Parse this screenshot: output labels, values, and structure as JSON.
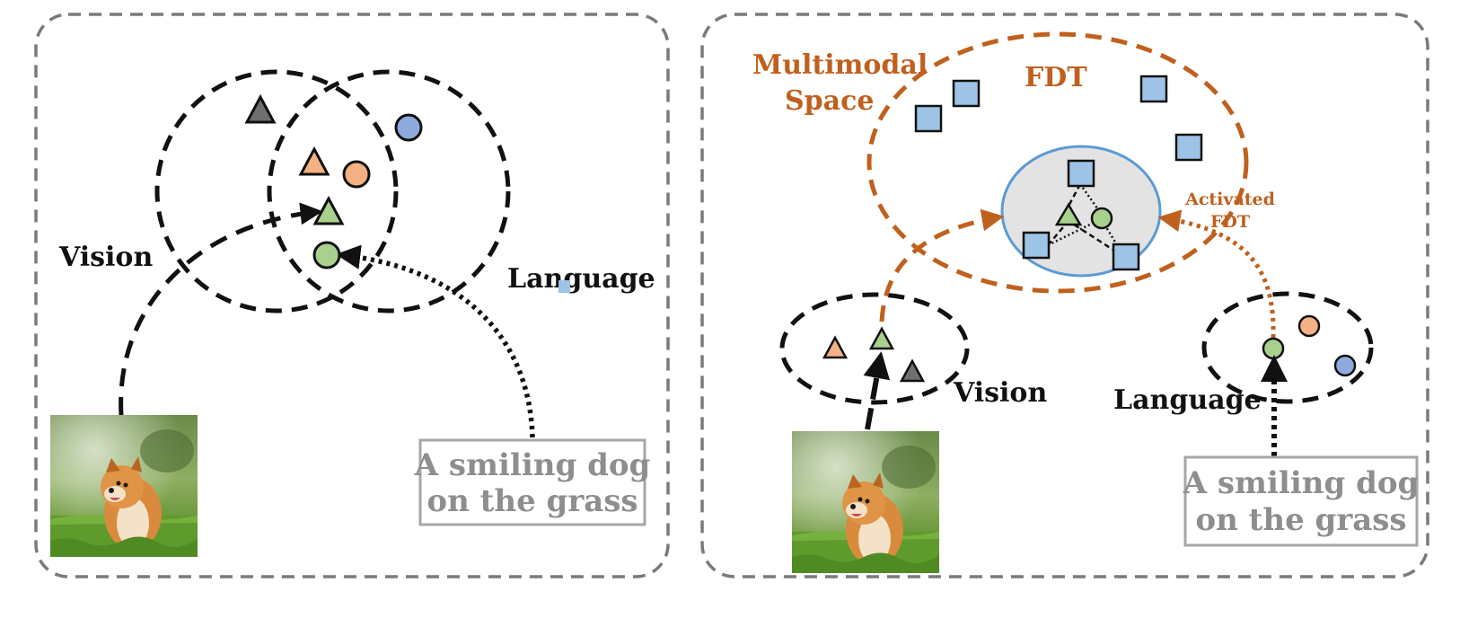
{
  "colors": {
    "panel_border": "#7a7a7a",
    "ring": "#111111",
    "multimodal": "#c0601e",
    "subspace_fill": "#e3e3e3",
    "subspace_border": "#5a9bd5",
    "token_fill": "#9dc3e6",
    "triangle_gray": "#6f6f6f",
    "triangle_orange": "#f4b183",
    "triangle_green": "#a9d18e",
    "circle_orange": "#f4b183",
    "circle_green": "#a9d18e",
    "circle_blue": "#8faadc",
    "caption_border": "#a6a6a6",
    "caption_text": "#8e8e8e"
  },
  "left_panel": {
    "vision_label": "Vision",
    "language_label": "Language",
    "caption_line1": "A smiling dog",
    "caption_line2": "on the grass",
    "image_icon": "dog-photo-icon"
  },
  "right_panel": {
    "multimodal_line1": "Multimodal",
    "multimodal_line2": "Space",
    "fdt_label": "FDT",
    "activated_line1": "Activated",
    "activated_line2": "FDT",
    "vision_label": "Vision",
    "language_label": "Language",
    "caption_line1": "A smiling dog",
    "caption_line2": "on the grass",
    "image_icon": "dog-photo-icon"
  }
}
